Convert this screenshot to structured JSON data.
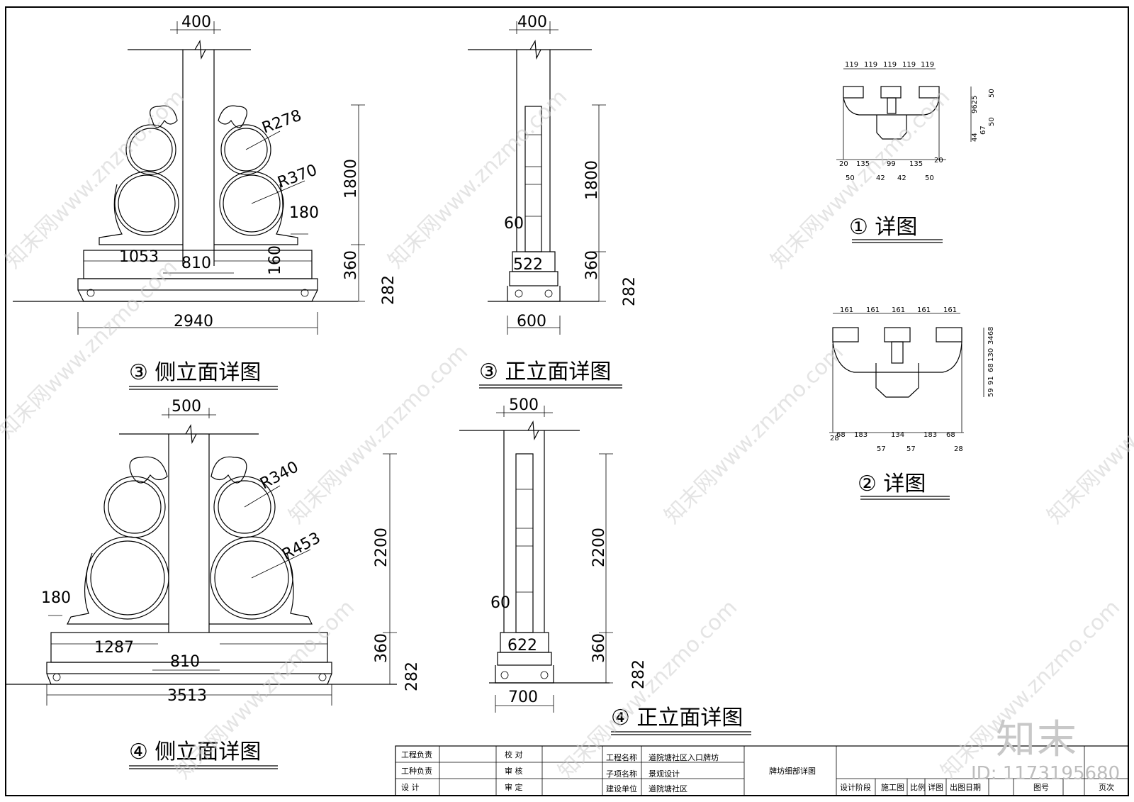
{
  "views": {
    "side3": {
      "top_width": "400",
      "width": "2940",
      "arc_small": "R278",
      "arc_large": "R370",
      "height": "1800",
      "plinth": "360",
      "base": "282",
      "offset": "180",
      "inner": "1053",
      "center": "810",
      "step": "160",
      "title": "③ 侧立面详图"
    },
    "front3": {
      "top_width": "400",
      "width": "600",
      "height": "1800",
      "plinth": "360",
      "base": "282",
      "post": "60",
      "inner": "522",
      "title": "③ 正立面详图"
    },
    "side4": {
      "top_width": "500",
      "width": "3513",
      "arc_small": "R340",
      "arc_large": "R453",
      "height": "2200",
      "plinth": "360",
      "base": "282",
      "offset": "180",
      "inner": "1287",
      "center": "810",
      "title": "④ 侧立面详图"
    },
    "front4": {
      "top_width": "500",
      "width": "700",
      "height": "2200",
      "plinth": "360",
      "base": "282",
      "post": "60",
      "inner": "622",
      "title": "④ 正立面详图"
    }
  },
  "detail1": {
    "title": "① 详图",
    "top": [
      "119",
      "119",
      "119",
      "119",
      "119"
    ],
    "right": [
      "50",
      "9625",
      "67",
      "44",
      "50"
    ],
    "bottom1": [
      "20",
      "135",
      "99",
      "135",
      "20"
    ],
    "bottom2": [
      "50",
      "42",
      "42",
      "50"
    ]
  },
  "detail2": {
    "title": "② 详图",
    "top": [
      "161",
      "161",
      "161",
      "161",
      "161"
    ],
    "right": [
      "3468",
      "130",
      "68",
      "91",
      "59"
    ],
    "bottom1": [
      "68",
      "183",
      "134",
      "183",
      "68"
    ],
    "bottom2": [
      "28",
      "57",
      "57",
      "28"
    ]
  },
  "title_block": {
    "r1": [
      "工程负责",
      "校  对",
      "工程名称",
      "道院塘社区入口牌坊",
      "牌坊细部详图"
    ],
    "r2": [
      "工种负责",
      "审  核",
      "子项名称",
      "景观设计"
    ],
    "r3": [
      "设  计",
      "审  定",
      "建设单位",
      "道院塘社区"
    ],
    "bottom": [
      "设计阶段",
      "施工图",
      "比例",
      "详图",
      "出图日期",
      "图号",
      "页次"
    ]
  },
  "watermark": {
    "site": "知末网www.znzmo.com",
    "logo": "知末",
    "id": "ID: 1173195680"
  }
}
